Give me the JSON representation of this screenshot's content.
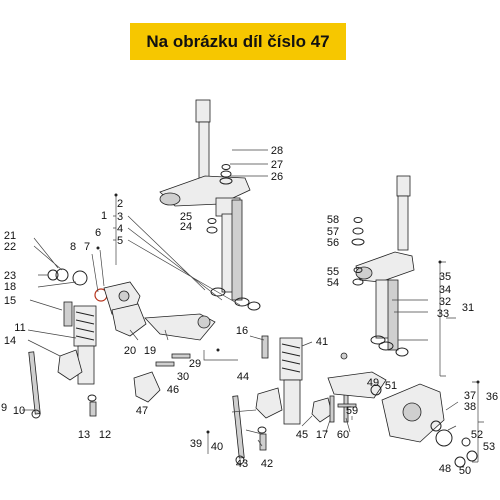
{
  "banner": {
    "text": "Na obrázku díl číslo 47"
  },
  "labels": [
    "28",
    "27",
    "26",
    "25",
    "24",
    "1",
    "2",
    "3",
    "4",
    "5",
    "6",
    "8",
    "7",
    "21",
    "22",
    "23",
    "18",
    "15",
    "11",
    "14",
    "9",
    "10",
    "13",
    "12",
    "20",
    "19",
    "47",
    "46",
    "30",
    "29",
    "16",
    "41",
    "44",
    "43",
    "42",
    "39",
    "40",
    "45",
    "17",
    "60",
    "59",
    "58",
    "57",
    "56",
    "55",
    "54",
    "35",
    "34",
    "32",
    "33",
    "31",
    "49",
    "51",
    "37",
    "38",
    "36",
    "52",
    "53",
    "48",
    "50"
  ],
  "colors": {
    "banner_bg": "#f6c700",
    "highlight_ring": "#b7331b"
  }
}
